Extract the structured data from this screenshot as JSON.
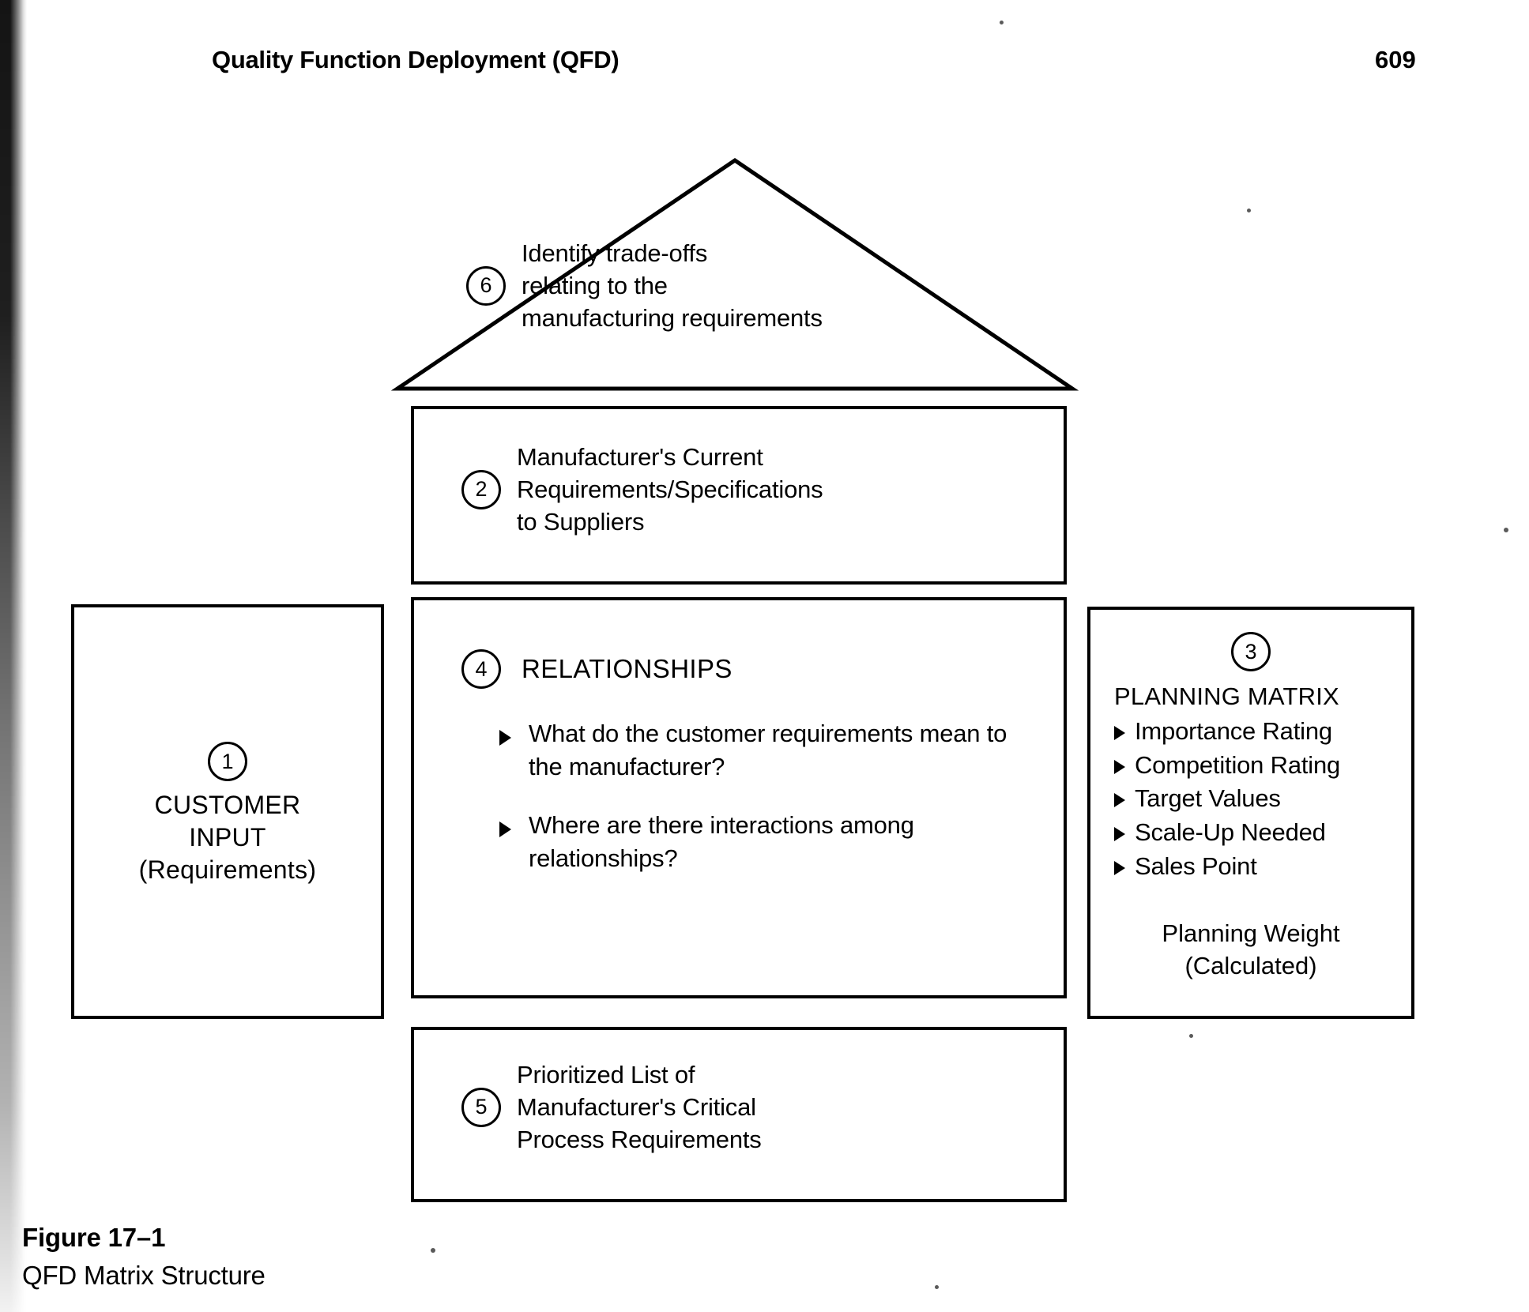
{
  "page": {
    "running_head": "Quality Function Deployment (QFD)",
    "page_number": "609"
  },
  "figure": {
    "caption_label": "Figure 17–1",
    "caption_title": "QFD Matrix Structure",
    "roof": {
      "number": "6",
      "lines": [
        "Identify trade-offs",
        "relating to the",
        "manufacturing requirements"
      ]
    },
    "box2": {
      "number": "2",
      "lines": [
        "Manufacturer's Current",
        "Requirements/Specifications",
        "to Suppliers"
      ]
    },
    "box1": {
      "number": "1",
      "lines": [
        "CUSTOMER",
        "INPUT",
        "(Requirements)"
      ]
    },
    "box4": {
      "number": "4",
      "title": "RELATIONSHIPS",
      "bullets": [
        "What do the customer requirements mean to the manufacturer?",
        "Where are there interactions among relationships?"
      ]
    },
    "box3": {
      "number": "3",
      "title": "PLANNING MATRIX",
      "items": [
        "Importance Rating",
        "Competition Rating",
        "Target Values",
        "Scale-Up Needed",
        "Sales Point"
      ],
      "footer_lines": [
        "Planning Weight",
        "(Calculated)"
      ]
    },
    "box5": {
      "number": "5",
      "lines": [
        "Prioritized List of",
        "Manufacturer's Critical",
        "Process Requirements"
      ]
    }
  }
}
